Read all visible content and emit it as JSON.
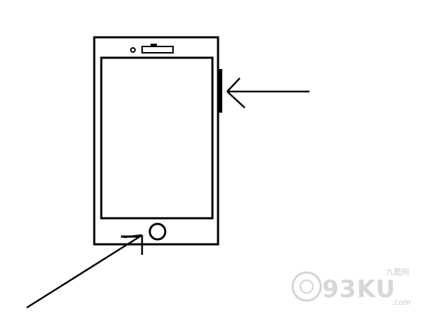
{
  "drawing": {
    "subject": "phone-illustration",
    "stroke_color": "#000000",
    "background_color": "#ffffff"
  },
  "watermark": {
    "brand_cn": "九酷网",
    "brand_main": "93KU",
    "brand_suffix": ".com",
    "color": "#cfcfcf"
  }
}
